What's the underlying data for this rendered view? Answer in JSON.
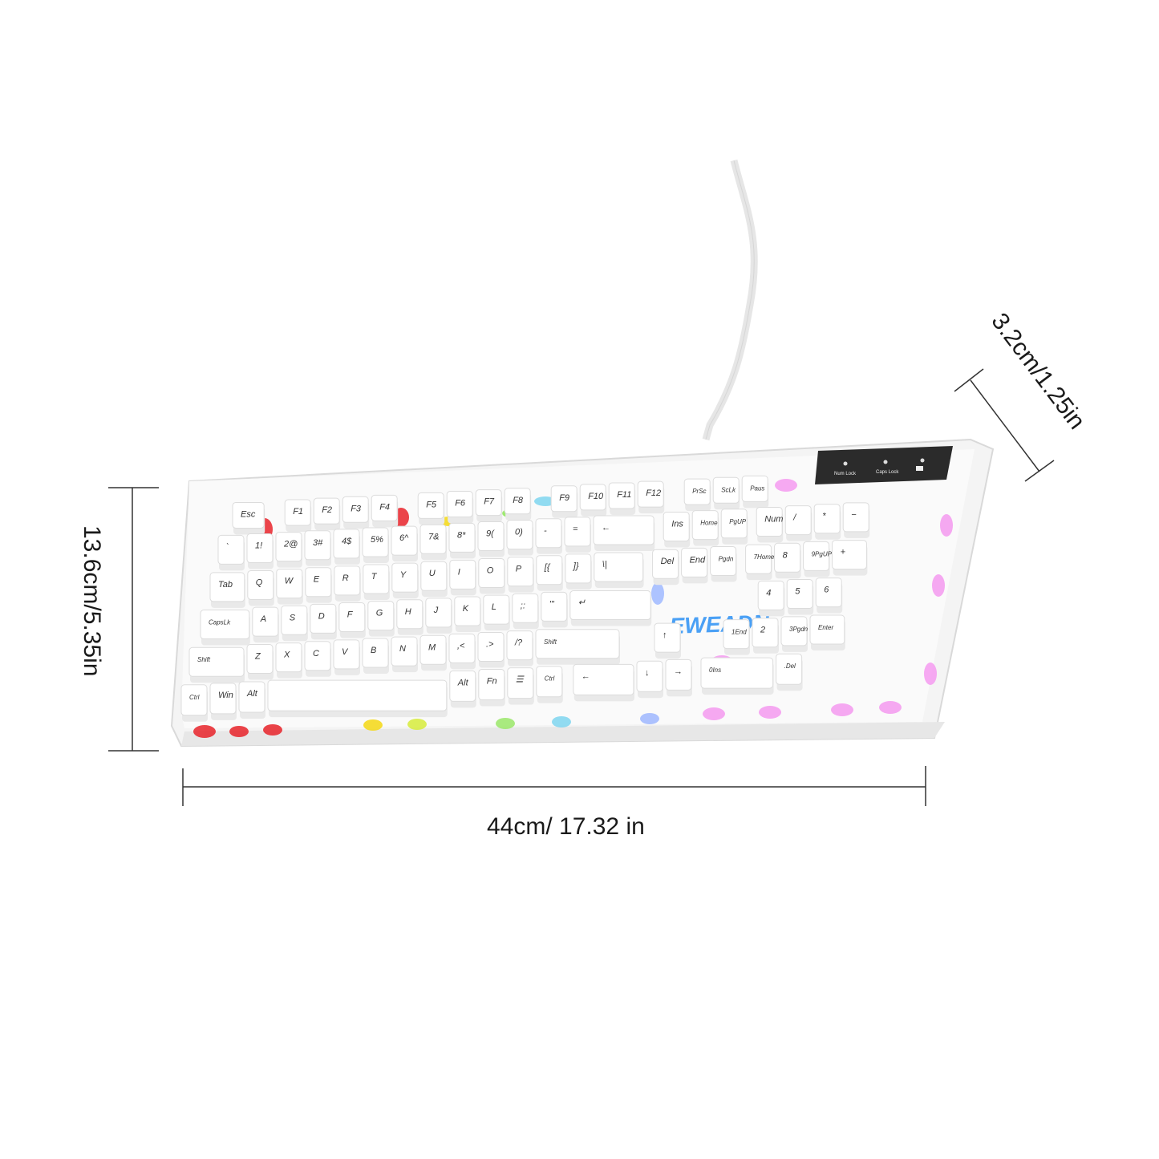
{
  "dimensions": {
    "width_label": "44cm/ 17.32 in",
    "depth_label": "13.6cm/5.35in",
    "height_label": "3.2cm/1.25in"
  },
  "keyboard": {
    "brand": "EWEADN",
    "colors": {
      "keycap": "#ffffff",
      "case": "#f2f2f2",
      "indicator_panel": "#2b2b2b",
      "backlight": [
        "#e8232a",
        "#f5d915",
        "#8ee85a",
        "#7fd6f0",
        "#9fb8ff",
        "#f59af0"
      ]
    },
    "indicators": [
      "Num Lock",
      "Caps Lock",
      ""
    ],
    "rows": [
      [
        "Esc",
        "F1",
        "F2",
        "F3",
        "F4",
        "F5",
        "F6",
        "F7",
        "F8",
        "F9",
        "F10",
        "F11",
        "F12",
        "PrSc",
        "ScLk",
        "Paus"
      ],
      [
        "`",
        "1!",
        "2@",
        "3#",
        "4$",
        "5%",
        "6^",
        "7&",
        "8*",
        "9(",
        "0)",
        "-",
        "=",
        "←",
        "Ins",
        "Home",
        "PgUP",
        "Num",
        "/",
        "*",
        "−"
      ],
      [
        "Tab",
        "Q",
        "W",
        "E",
        "R",
        "T",
        "Y",
        "U",
        "I",
        "O",
        "P",
        "[{",
        "]}",
        "\\|",
        "Del",
        "End",
        "Pgdn",
        "7Home",
        "8",
        "9PgUP",
        "+"
      ],
      [
        "CapsLk",
        "A",
        "S",
        "D",
        "F",
        "G",
        "H",
        "J",
        "K",
        "L",
        ";:",
        "'\"",
        "↵",
        "4",
        "5",
        "6"
      ],
      [
        "Shift",
        "Z",
        "X",
        "C",
        "V",
        "B",
        "N",
        "M",
        ",<",
        ".>",
        "/?",
        "Shift",
        "↑",
        "1End",
        "2",
        "3Pgdn",
        "Enter"
      ],
      [
        "Ctrl",
        "Win",
        "Alt",
        "",
        "Alt",
        "Fn",
        "☰",
        "Ctrl",
        "←",
        "↓",
        "→",
        "0Ins",
        ".Del"
      ]
    ]
  }
}
